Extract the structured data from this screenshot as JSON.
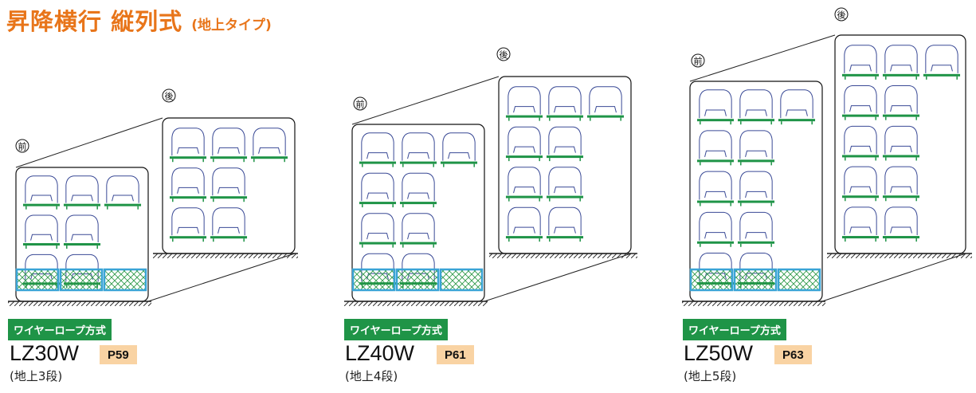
{
  "title": {
    "main": "昇降横行 縦列式",
    "sub": "(地上タイプ)"
  },
  "labels": {
    "front": "前",
    "rear": "後"
  },
  "colors": {
    "title": "#e8751a",
    "badge": "#1f9447",
    "page": "#f9d3a3",
    "car": "#3a4a96",
    "pallet": "#1f9447",
    "gate": "#3aa4d6",
    "mesh": "#2f9a4a"
  },
  "units": [
    {
      "badge": "ワイヤーロープ方式",
      "model": "LZ30W",
      "page": "P59",
      "tiers": "(地上3段)"
    },
    {
      "badge": "ワイヤーロープ方式",
      "model": "LZ40W",
      "page": "P61",
      "tiers": "(地上4段)"
    },
    {
      "badge": "ワイヤーロープ方式",
      "model": "LZ50W",
      "page": "P63",
      "tiers": "(地上5段)"
    }
  ]
}
